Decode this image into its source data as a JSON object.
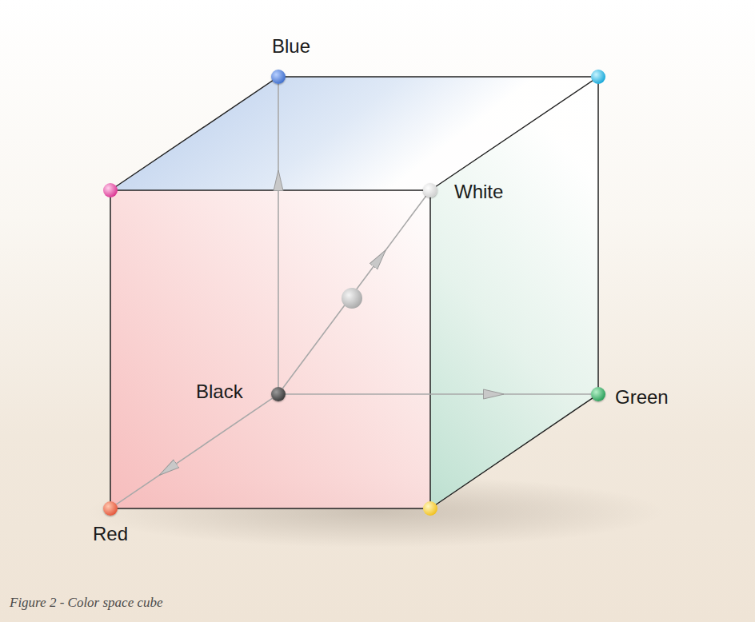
{
  "diagram": {
    "caption": "Figure 2 - Color space cube",
    "nodes": [
      {
        "text": [
          "Blue"
        ]
      },
      {
        "text": [
          "White"
        ]
      },
      {
        "text": [
          "Black"
        ]
      },
      {
        "text": [
          "Green"
        ]
      },
      {
        "text": [
          "Red"
        ]
      }
    ],
    "edges": [
      {
        "from": 2,
        "to": 4,
        "arrow": "to"
      },
      {
        "from": 2,
        "to": 3,
        "arrow": "to"
      },
      {
        "from": 2,
        "to": 0,
        "arrow": "to"
      },
      {
        "from": 2,
        "to": 1,
        "arrow": "to"
      }
    ]
  }
}
